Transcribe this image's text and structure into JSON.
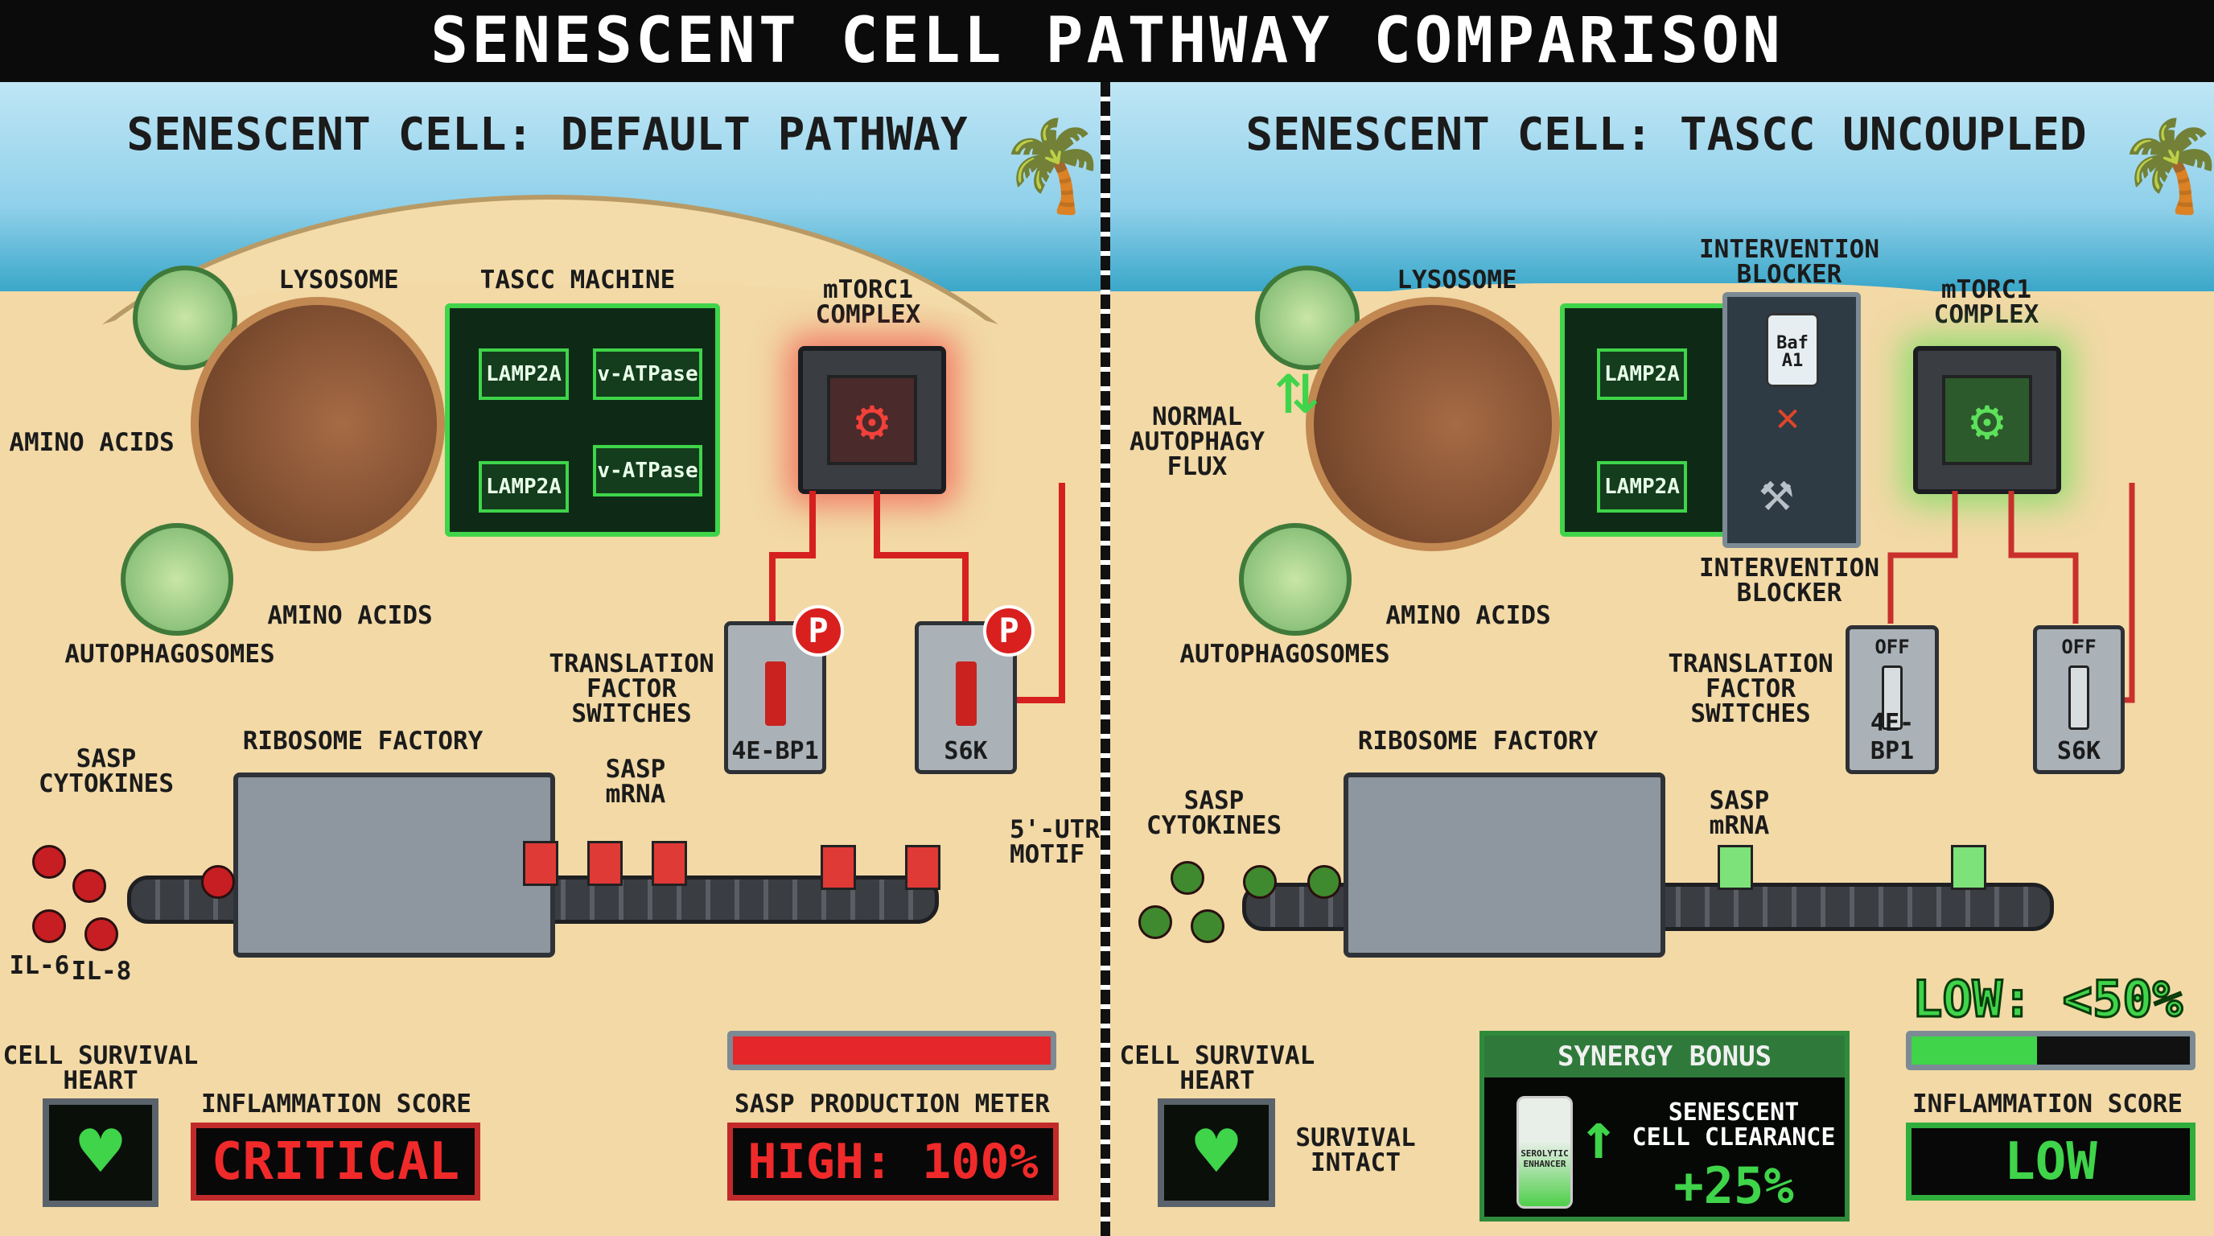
{
  "title": "SENESCENT CELL PATHWAY COMPARISON",
  "left": {
    "title": "SENESCENT CELL: DEFAULT PATHWAY",
    "lysosome": "LYSOSOME",
    "tascc": "TASCC MACHINE",
    "tascc_parts": [
      "LAMP2A",
      "v-ATPase",
      "LAMP2A",
      "v-ATPase"
    ],
    "mtorc1": "mTORC1\nCOMPLEX",
    "amino_acids_side": "AMINO ACIDS",
    "amino_acids_bottom": "AMINO ACIDS",
    "autophagosomes": "AUTOPHAGOSOMES",
    "translation_switches": "TRANSLATION\nFACTOR\nSWITCHES",
    "switch1": "4E-BP1",
    "switch2": "S6K",
    "phospho": "P",
    "ribosome_factory": "RIBOSOME FACTORY",
    "sasp_cytokines": "SASP\nCYTOKINES",
    "sasp_mrna": "SASP\nmRNA",
    "utr_motif": "5'-UTR\nMOTIF",
    "il6": "IL-6",
    "il8": "IL-8",
    "heart_label": "CELL SURVIVAL\nHEART",
    "inflammation_label": "INFLAMMATION SCORE",
    "inflammation_value": "CRITICAL",
    "meter_label": "SASP PRODUCTION METER",
    "meter_value": "HIGH: 100%",
    "meter_fill": 1.0,
    "accent": "#e5262a"
  },
  "right": {
    "title": "SENESCENT CELL: TASCC UNCOUPLED",
    "lysosome": "LYSOSOME",
    "flux": "NORMAL\nAUTOPHAGY\nFLUX",
    "tascc_parts": [
      "LAMP2A",
      "LAMP2A"
    ],
    "blocker_top": "INTERVENTION\nBLOCKER",
    "blocker_bottom": "INTERVENTION\nBLOCKER",
    "drug": "Baf\nA1",
    "mtorc1": "mTORC1\nCOMPLEX",
    "amino_acids": "AMINO ACIDS",
    "autophagosomes": "AUTOPHAGOSOMES",
    "translation_switches": "TRANSLATION\nFACTOR\nSWITCHES",
    "switch1": "4E-BP1",
    "switch2": "S6K",
    "switch_state": "OFF",
    "ribosome_factory": "RIBOSOME FACTORY",
    "sasp_cytokines": "SASP\nCYTOKINES",
    "sasp_mrna": "SASP\nmRNA",
    "heart_label": "CELL SURVIVAL\nHEART",
    "survival": "SURVIVAL\nINTACT",
    "synergy_title": "SYNERGY BONUS",
    "synergy_bottle": "SEROLYTIC\nENHANCER",
    "synergy_text": "SENESCENT\nCELL CLEARANCE",
    "synergy_value": "+25%",
    "meter_value": "LOW: <50%",
    "meter_fill": 0.45,
    "inflammation_label": "INFLAMMATION SCORE",
    "inflammation_value": "LOW",
    "accent": "#3fd44a"
  }
}
